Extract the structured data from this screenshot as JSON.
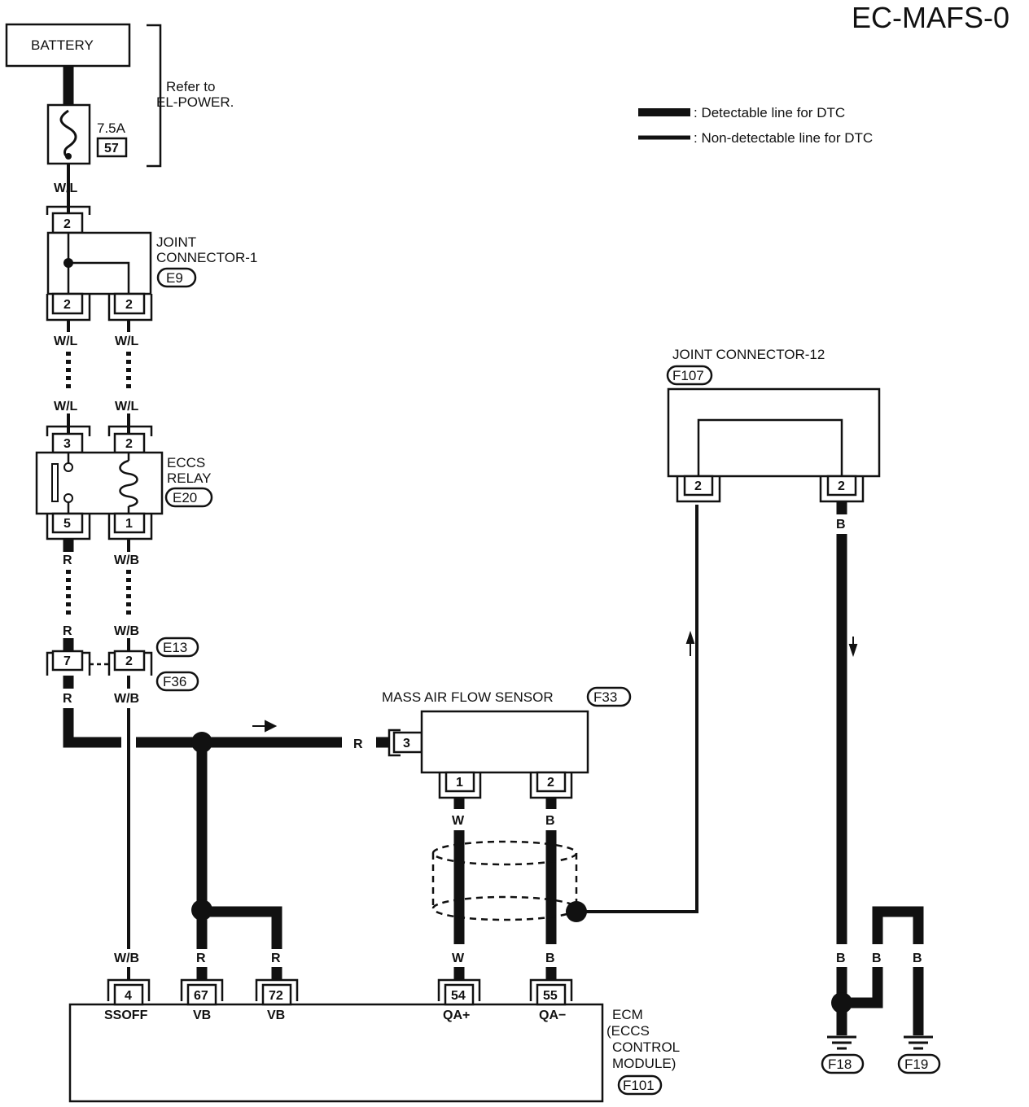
{
  "page_code": "EC-MAFS-0",
  "battery": {
    "label": "BATTERY"
  },
  "fuse": {
    "rating": "7.5A",
    "number": "57"
  },
  "refer_note": {
    "line1": "Refer to",
    "line2": "EL-POWER."
  },
  "legend": {
    "detectable": ": Detectable line for DTC",
    "non_detectable": ": Non-detectable line for DTC"
  },
  "joint_connector_1": {
    "line1": "JOINT",
    "line2": "CONNECTOR-1",
    "id": "E9"
  },
  "eccs_relay": {
    "line1": "ECCS",
    "line2": "RELAY",
    "id": "E20"
  },
  "joint_connector_12": {
    "label": "JOINT CONNECTOR-12",
    "id": "F107"
  },
  "maf_sensor": {
    "label": "MASS AIR FLOW SENSOR",
    "id": "F33"
  },
  "connectors": {
    "e13": "E13",
    "f36": "F36"
  },
  "ecm": {
    "line1": "ECM",
    "line2": "(ECCS",
    "line3": "CONTROL",
    "line4": "MODULE)",
    "id": "F101",
    "terminals": [
      {
        "pin": "4",
        "name": "SSOFF"
      },
      {
        "pin": "67",
        "name": "VB"
      },
      {
        "pin": "72",
        "name": "VB"
      },
      {
        "pin": "54",
        "name": "QA+"
      },
      {
        "pin": "55",
        "name": "QA−"
      }
    ]
  },
  "grounds": {
    "g1": "F18",
    "g2": "F19"
  },
  "pins": {
    "jc1_top": "2",
    "jc1_bl": "2",
    "jc1_br": "2",
    "relay_3": "3",
    "relay_2": "2",
    "relay_5": "5",
    "relay_1": "1",
    "e13_7": "7",
    "e13_2": "2",
    "maf_3": "3",
    "maf_1": "1",
    "maf_2": "2",
    "jc12_l": "2",
    "jc12_r": "2"
  },
  "wire_colors": {
    "wl": "W/L",
    "r": "R",
    "wb": "W/B",
    "w": "W",
    "b": "B"
  }
}
